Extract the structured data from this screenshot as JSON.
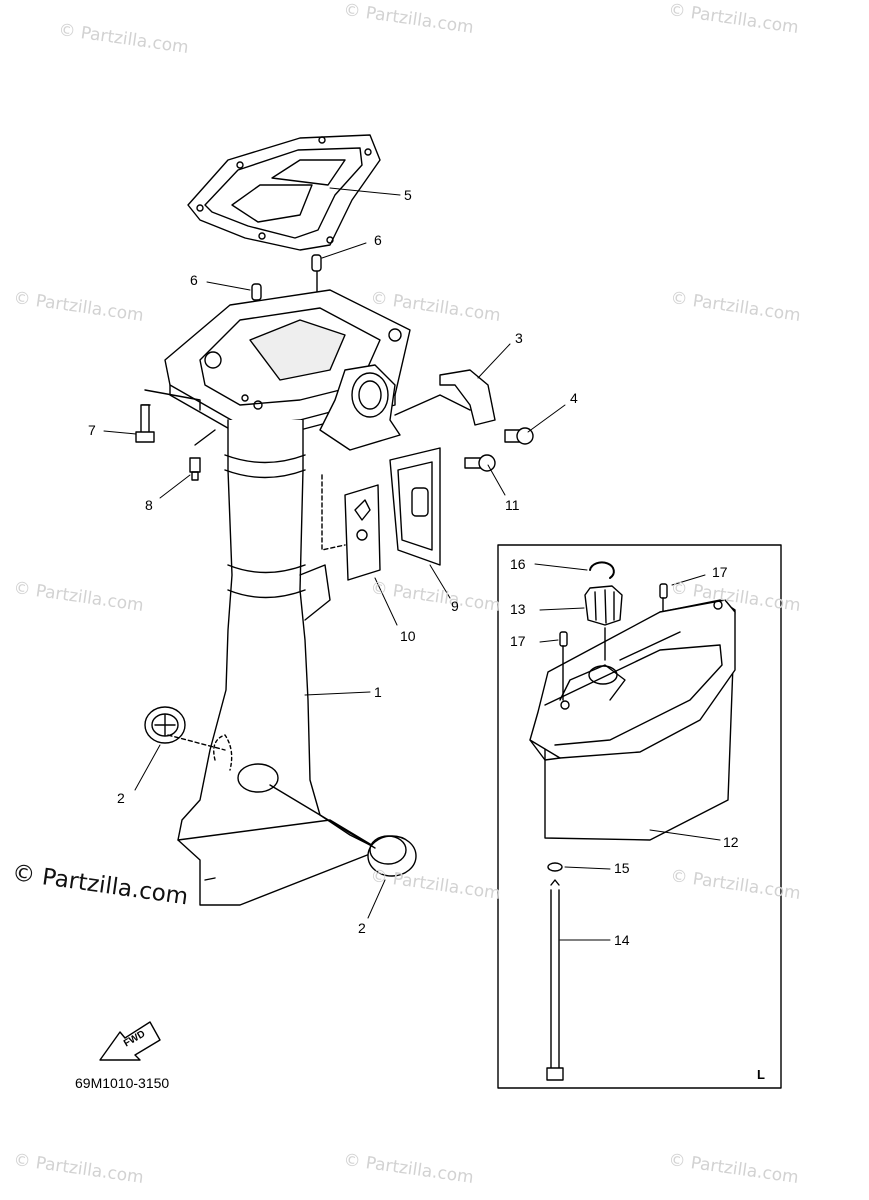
{
  "watermark_text": "© Partzilla.com",
  "watermark_big": "© Partzilla.com",
  "diagram_code": "69M1010-3150",
  "fwd_label": "FWD",
  "inset_label": "L",
  "callouts": {
    "c1": "1",
    "c2a": "2",
    "c2b": "2",
    "c3": "3",
    "c4": "4",
    "c5": "5",
    "c6a": "6",
    "c6b": "6",
    "c7": "7",
    "c8": "8",
    "c9": "9",
    "c10": "10",
    "c11": "11",
    "c12": "12",
    "c13": "13",
    "c14": "14",
    "c15": "15",
    "c16": "16",
    "c17a": "17",
    "c17b": "17"
  }
}
